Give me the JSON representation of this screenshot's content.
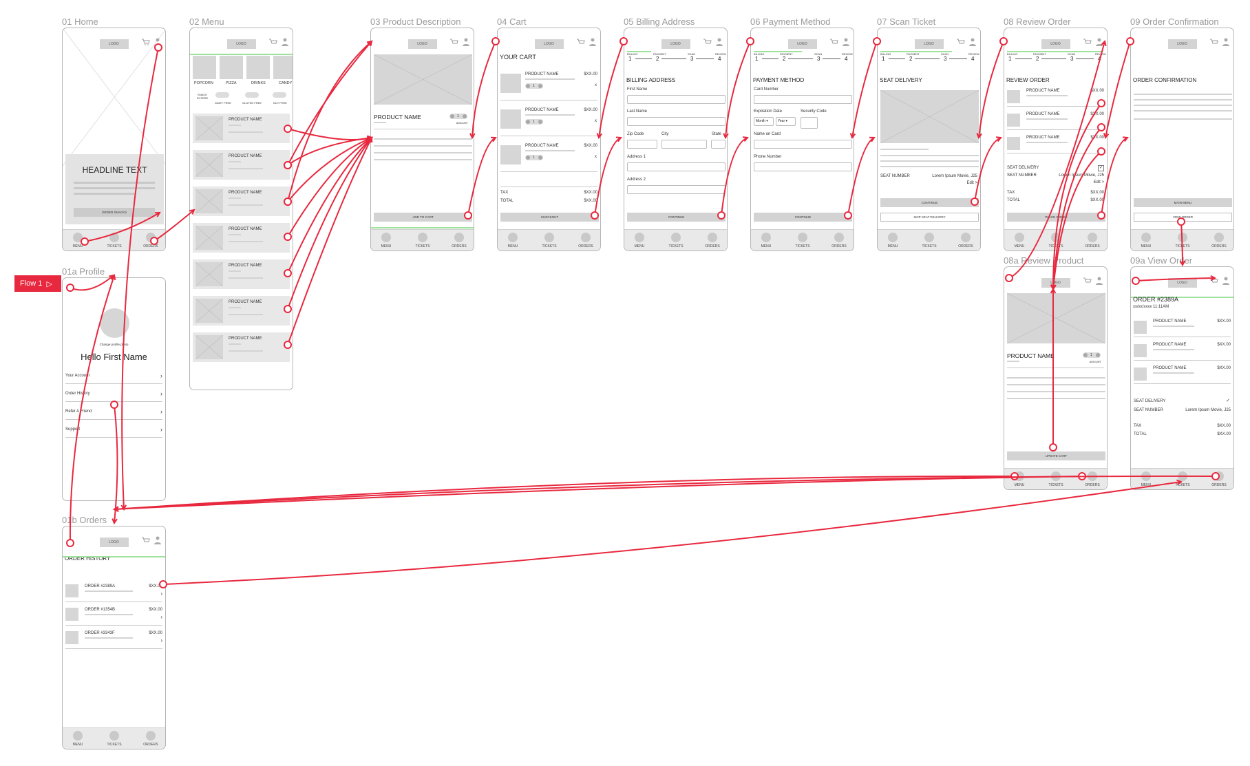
{
  "flow": {
    "label": "Flow 1"
  },
  "nav": {
    "menu": "MENU",
    "tickets": "TICKETS",
    "orders": "ORDERS",
    "logo": "LOGO"
  },
  "frames": {
    "home": {
      "label": "01 Home",
      "headline": "HEADLINE TEXT",
      "cta": "ORDER SNACKS"
    },
    "profile": {
      "label": "01a Profile",
      "change_pic": "Change profile photo",
      "greeting": "Hello First Name",
      "links": [
        "Your Account",
        "Order History",
        "Refer A Friend",
        "Support"
      ]
    },
    "orders": {
      "label": "01b Orders",
      "title": "ORDER HISTORY",
      "rows": [
        {
          "id": "ORDER #2389A",
          "price": "$XX.00"
        },
        {
          "id": "ORDER #1354B",
          "price": "$XX.00"
        },
        {
          "id": "ORDER #3343F",
          "price": "$XX.00"
        }
      ]
    },
    "menu": {
      "label": "02 Menu",
      "categories": [
        "POPCORN",
        "PIZZA",
        "DRINKS",
        "CANDY"
      ],
      "filters_title": "SNACK FILTERS",
      "filters": [
        "DAIRY FREE",
        "GLUTEN FREE",
        "NUT FREE"
      ],
      "product": "PRODUCT NAME"
    },
    "product": {
      "label": "03 Product Description",
      "name": "PRODUCT NAME",
      "amount": "AMOUNT",
      "qty": "1",
      "cta": "ADD TO CART"
    },
    "cart": {
      "label": "04 Cart",
      "title": "YOUR CART",
      "product": "PRODUCT NAME",
      "price": "$XX.00",
      "qty": "1",
      "remove": "x",
      "tax_label": "TAX",
      "tax": "$XX.00",
      "total_label": "TOTAL",
      "total": "$XX.00",
      "cta": "CHECKOUT"
    },
    "billing": {
      "label": "05 Billing Address",
      "title": "BILLING ADDRESS",
      "fields": {
        "first": "First Name",
        "last": "Last Name",
        "zip": "Zip Code",
        "city": "City",
        "state": "State",
        "addr1": "Address 1",
        "addr2": "Address 2"
      },
      "cta": "CONTINUE"
    },
    "payment": {
      "label": "06 Payment Method",
      "title": "PAYMENT METHOD",
      "fields": {
        "card": "Card Number",
        "exp": "Expiration Date",
        "sec": "Security Code",
        "month": "Month",
        "year": "Year",
        "name": "Name on Card",
        "phone": "Phone Number"
      },
      "cta": "CONTINUE"
    },
    "scan": {
      "label": "07 Scan Ticket",
      "title": "SEAT DELIVERY",
      "seat_label": "SEAT NUMBER",
      "seat_value": "Lorem Ipsum Movie, J25",
      "edit": "Edit >",
      "cta": "CONTINUE",
      "skip": "SKIP SEAT DELIVERY"
    },
    "review": {
      "label": "08 Review Order",
      "title": "REVIEW ORDER",
      "product": "PRODUCT NAME",
      "price": "$XX.00",
      "seat_delivery": "SEAT DELIVERY",
      "seat_label": "SEAT NUMBER",
      "seat_value": "Lorem Ipsum Movie, J25",
      "edit": "Edit >",
      "tax_label": "TAX",
      "tax": "$XX.00",
      "total_label": "TOTAL",
      "total": "$XX.00",
      "cta": "PLACE ORDER"
    },
    "review_product": {
      "label": "08a Review Product",
      "name": "PRODUCT NAME",
      "amount": "AMOUNT",
      "qty": "1",
      "cta": "UPDATE CART"
    },
    "confirm": {
      "label": "09 Order Confirmation",
      "title": "ORDER CONFIRMATION",
      "cta_main": "MAIN MENU",
      "cta_view": "VIEW ORDER"
    },
    "view_order": {
      "label": "09a View Order",
      "title": "ORDER #2389A",
      "date": "xx/xx/xxxx 11:11AM",
      "product": "PRODUCT NAME",
      "price": "$XX.00",
      "seat_delivery": "SEAT DELIVERY",
      "seat_label": "SEAT NUMBER",
      "seat_value": "Lorem Ipsum Movie, J25",
      "tax_label": "TAX",
      "tax": "$XX.00",
      "total_label": "TOTAL",
      "total": "$XX.00"
    }
  },
  "steps": {
    "labels": [
      "BILLING",
      "PAYMENT",
      "SCAN",
      "REVIEW"
    ],
    "numbers": [
      "1",
      "2",
      "3",
      "4"
    ]
  },
  "colors": {
    "connector": "#e8283e",
    "highlight": "#9ee29e",
    "placeholder": "#d6d6d6"
  }
}
